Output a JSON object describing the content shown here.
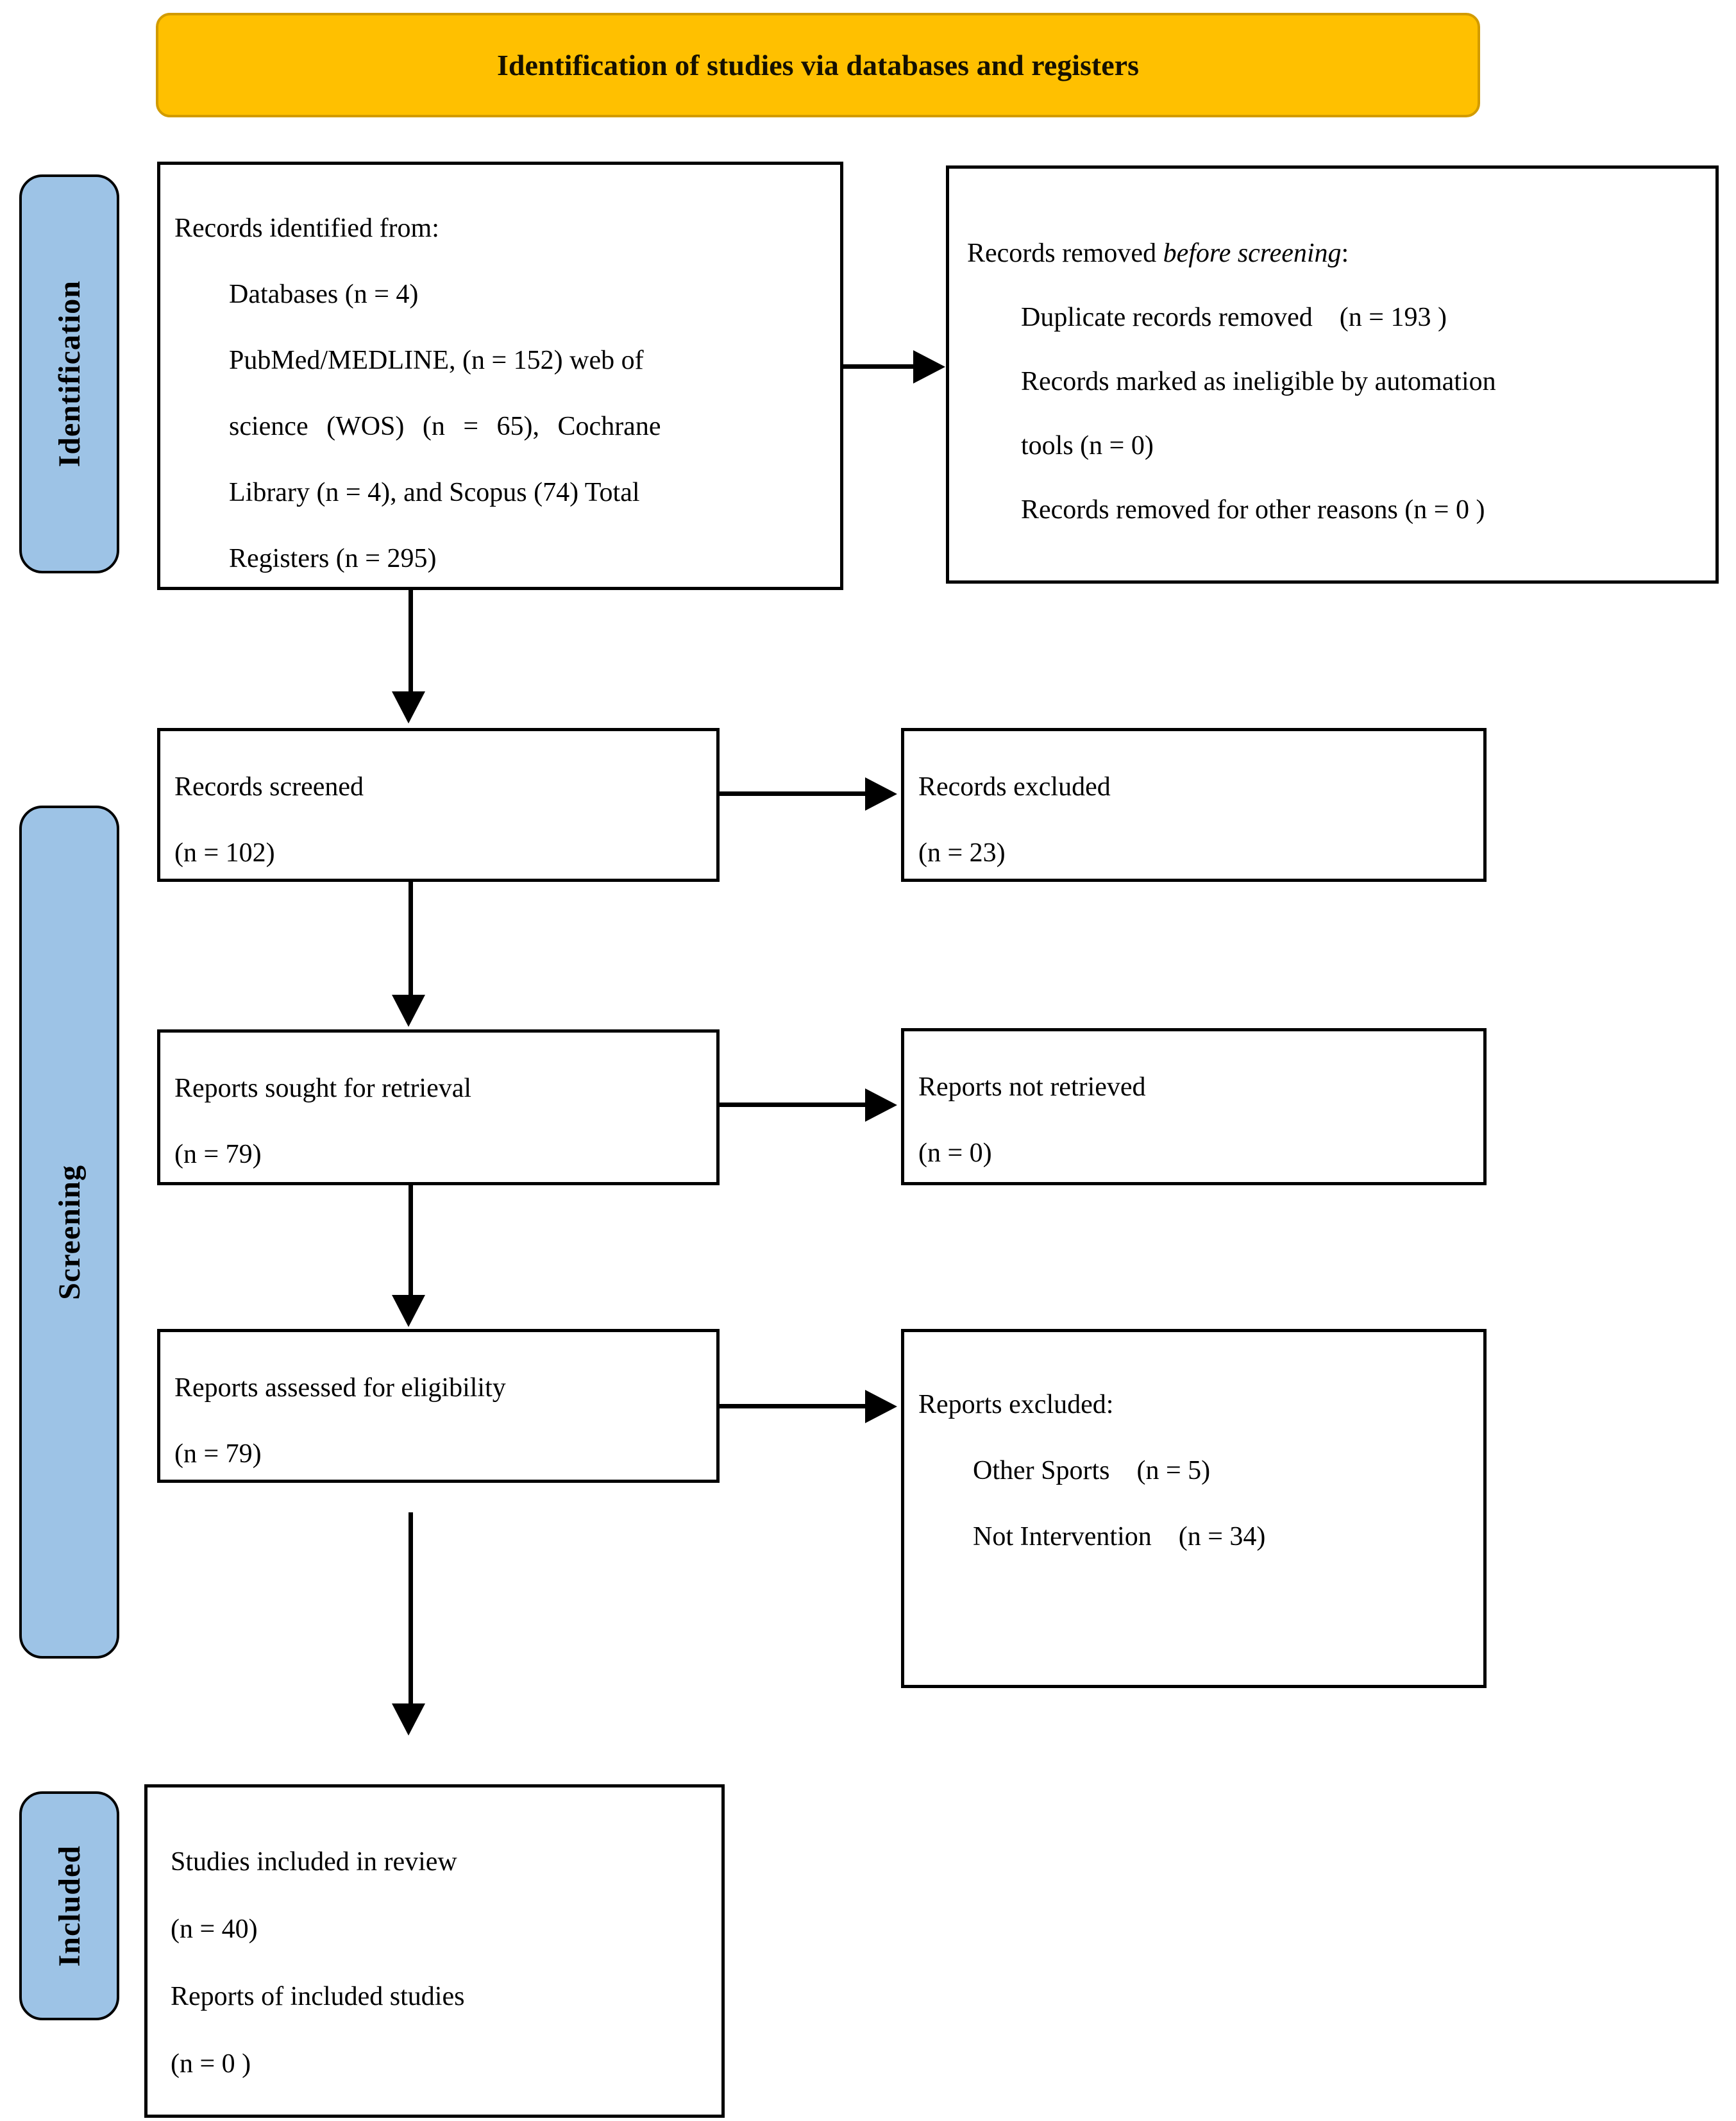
{
  "banner": {
    "title": "Identification of studies via databases and registers"
  },
  "stages": {
    "identification": "Identification",
    "screening": "Screening",
    "included": "Included"
  },
  "boxes": {
    "identified": {
      "lines": [
        "Records identified from:",
        "Databases (n = 4)",
        "PubMed/MEDLINE, (n = 152) web of",
        "science (WOS) (n = 65), Cochrane",
        "Library (n = 4), and Scopus (74) Total",
        "Registers (n = 295)"
      ]
    },
    "removed": {
      "line1_prefix": "Records removed ",
      "line1_italic": "before screening",
      "line1_suffix": ":",
      "lines": [
        "Duplicate records removed    (n = 193 )",
        "Records marked as ineligible by automation",
        "tools (n = 0)",
        "Records removed for other reasons (n = 0 )"
      ]
    },
    "screened": {
      "lines": [
        "Records screened",
        "(n = 102)"
      ]
    },
    "excluded": {
      "lines": [
        "Records excluded",
        "(n = 23)"
      ]
    },
    "sought": {
      "lines": [
        "Reports sought for retrieval",
        "(n = 79)"
      ]
    },
    "not_retrieved": {
      "lines": [
        "Reports not retrieved",
        "(n = 0)"
      ]
    },
    "assessed": {
      "lines": [
        "Reports assessed for eligibility",
        "(n = 79)"
      ]
    },
    "reports_excluded": {
      "lines": [
        "Reports excluded:",
        "Other Sports    (n = 5)",
        "Not Intervention    (n = 34)"
      ]
    },
    "included_box": {
      "lines": [
        "Studies included in review",
        "(n = 40)",
        "Reports of included studies",
        "(n = 0 )"
      ]
    }
  },
  "colors": {
    "banner_fill": "#FFC000",
    "banner_border": "#D29B00",
    "stage_fill": "#9DC3E6",
    "line": "#000000",
    "box_border": "#000000"
  }
}
